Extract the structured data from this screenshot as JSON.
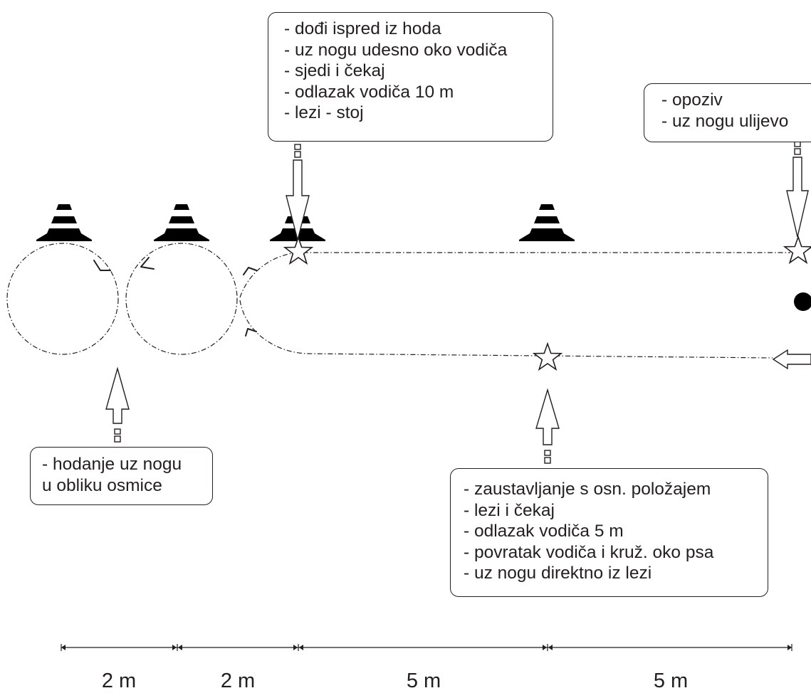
{
  "callouts": {
    "top_middle": {
      "lines": [
        "- dođi ispred iz hoda",
        "- uz nogu udesno oko vodiča",
        "- sjedi i čekaj",
        "- odlazak vodiča 10 m",
        "- lezi - stoj"
      ]
    },
    "top_right": {
      "lines": [
        "- opoziv",
        "- uz nogu ulijevo"
      ]
    },
    "bottom_left": {
      "lines": [
        "- hodanje uz nogu",
        "u obliku osmice"
      ]
    },
    "bottom_right": {
      "lines": [
        "- zaustavljanje s osn. položajem",
        "- lezi i čekaj",
        "- odlazak vodiča 5 m",
        "- povratak vodiča i kruž. oko psa",
        "- uz nogu direktno iz lezi"
      ]
    }
  },
  "dimensions": [
    {
      "label": "2 m"
    },
    {
      "label": "2 m"
    },
    {
      "label": "5 m"
    },
    {
      "label": "5 m"
    }
  ],
  "colors": {
    "ink": "#231f20",
    "cone": "#000000"
  }
}
